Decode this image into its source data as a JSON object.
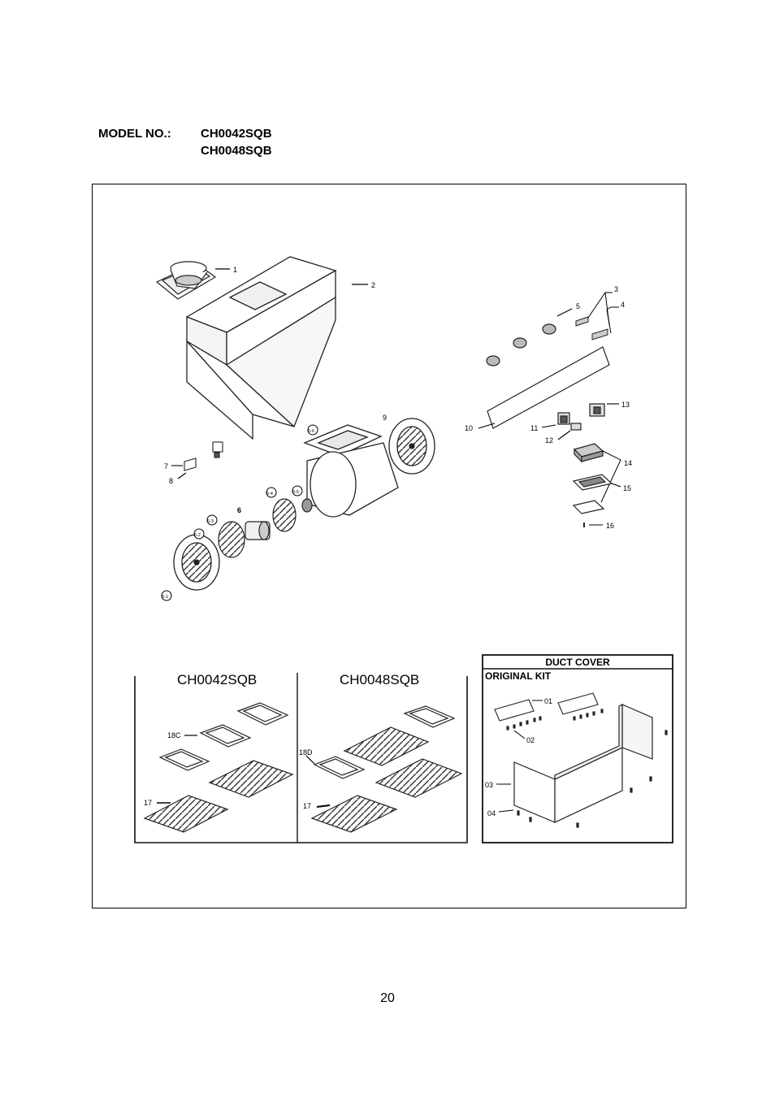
{
  "header": {
    "model_label": "MODEL NO.:",
    "models": [
      "CH0042SQB",
      "CH0048SQB"
    ]
  },
  "callouts": {
    "c1": "1",
    "c2": "2",
    "c3": "3",
    "c4": "4",
    "c5": "5",
    "c6": "6",
    "c6_1": "6-1",
    "c6_2": "6-2",
    "c6_3": "6-3",
    "c6_4": "6-4",
    "c6_5": "6-5",
    "c6_6": "6-6",
    "c7": "7",
    "c8": "8",
    "c9": "9",
    "c10": "10",
    "c11": "11",
    "c12": "12",
    "c13": "13",
    "c14": "14",
    "c15": "15",
    "c16": "16"
  },
  "filters_panel": {
    "left_title": "CH0042SQB",
    "right_title": "CH0048SQB",
    "left_callouts": {
      "c18c": "18C",
      "c17": "17"
    },
    "right_callouts": {
      "c18d": "18D",
      "c17": "17"
    }
  },
  "duct_cover": {
    "title": "DUCT COVER",
    "subtitle": "ORIGINAL KIT",
    "callouts": {
      "c01": "01",
      "c02": "02",
      "c03": "03",
      "c04": "04"
    }
  },
  "page_number": "20"
}
